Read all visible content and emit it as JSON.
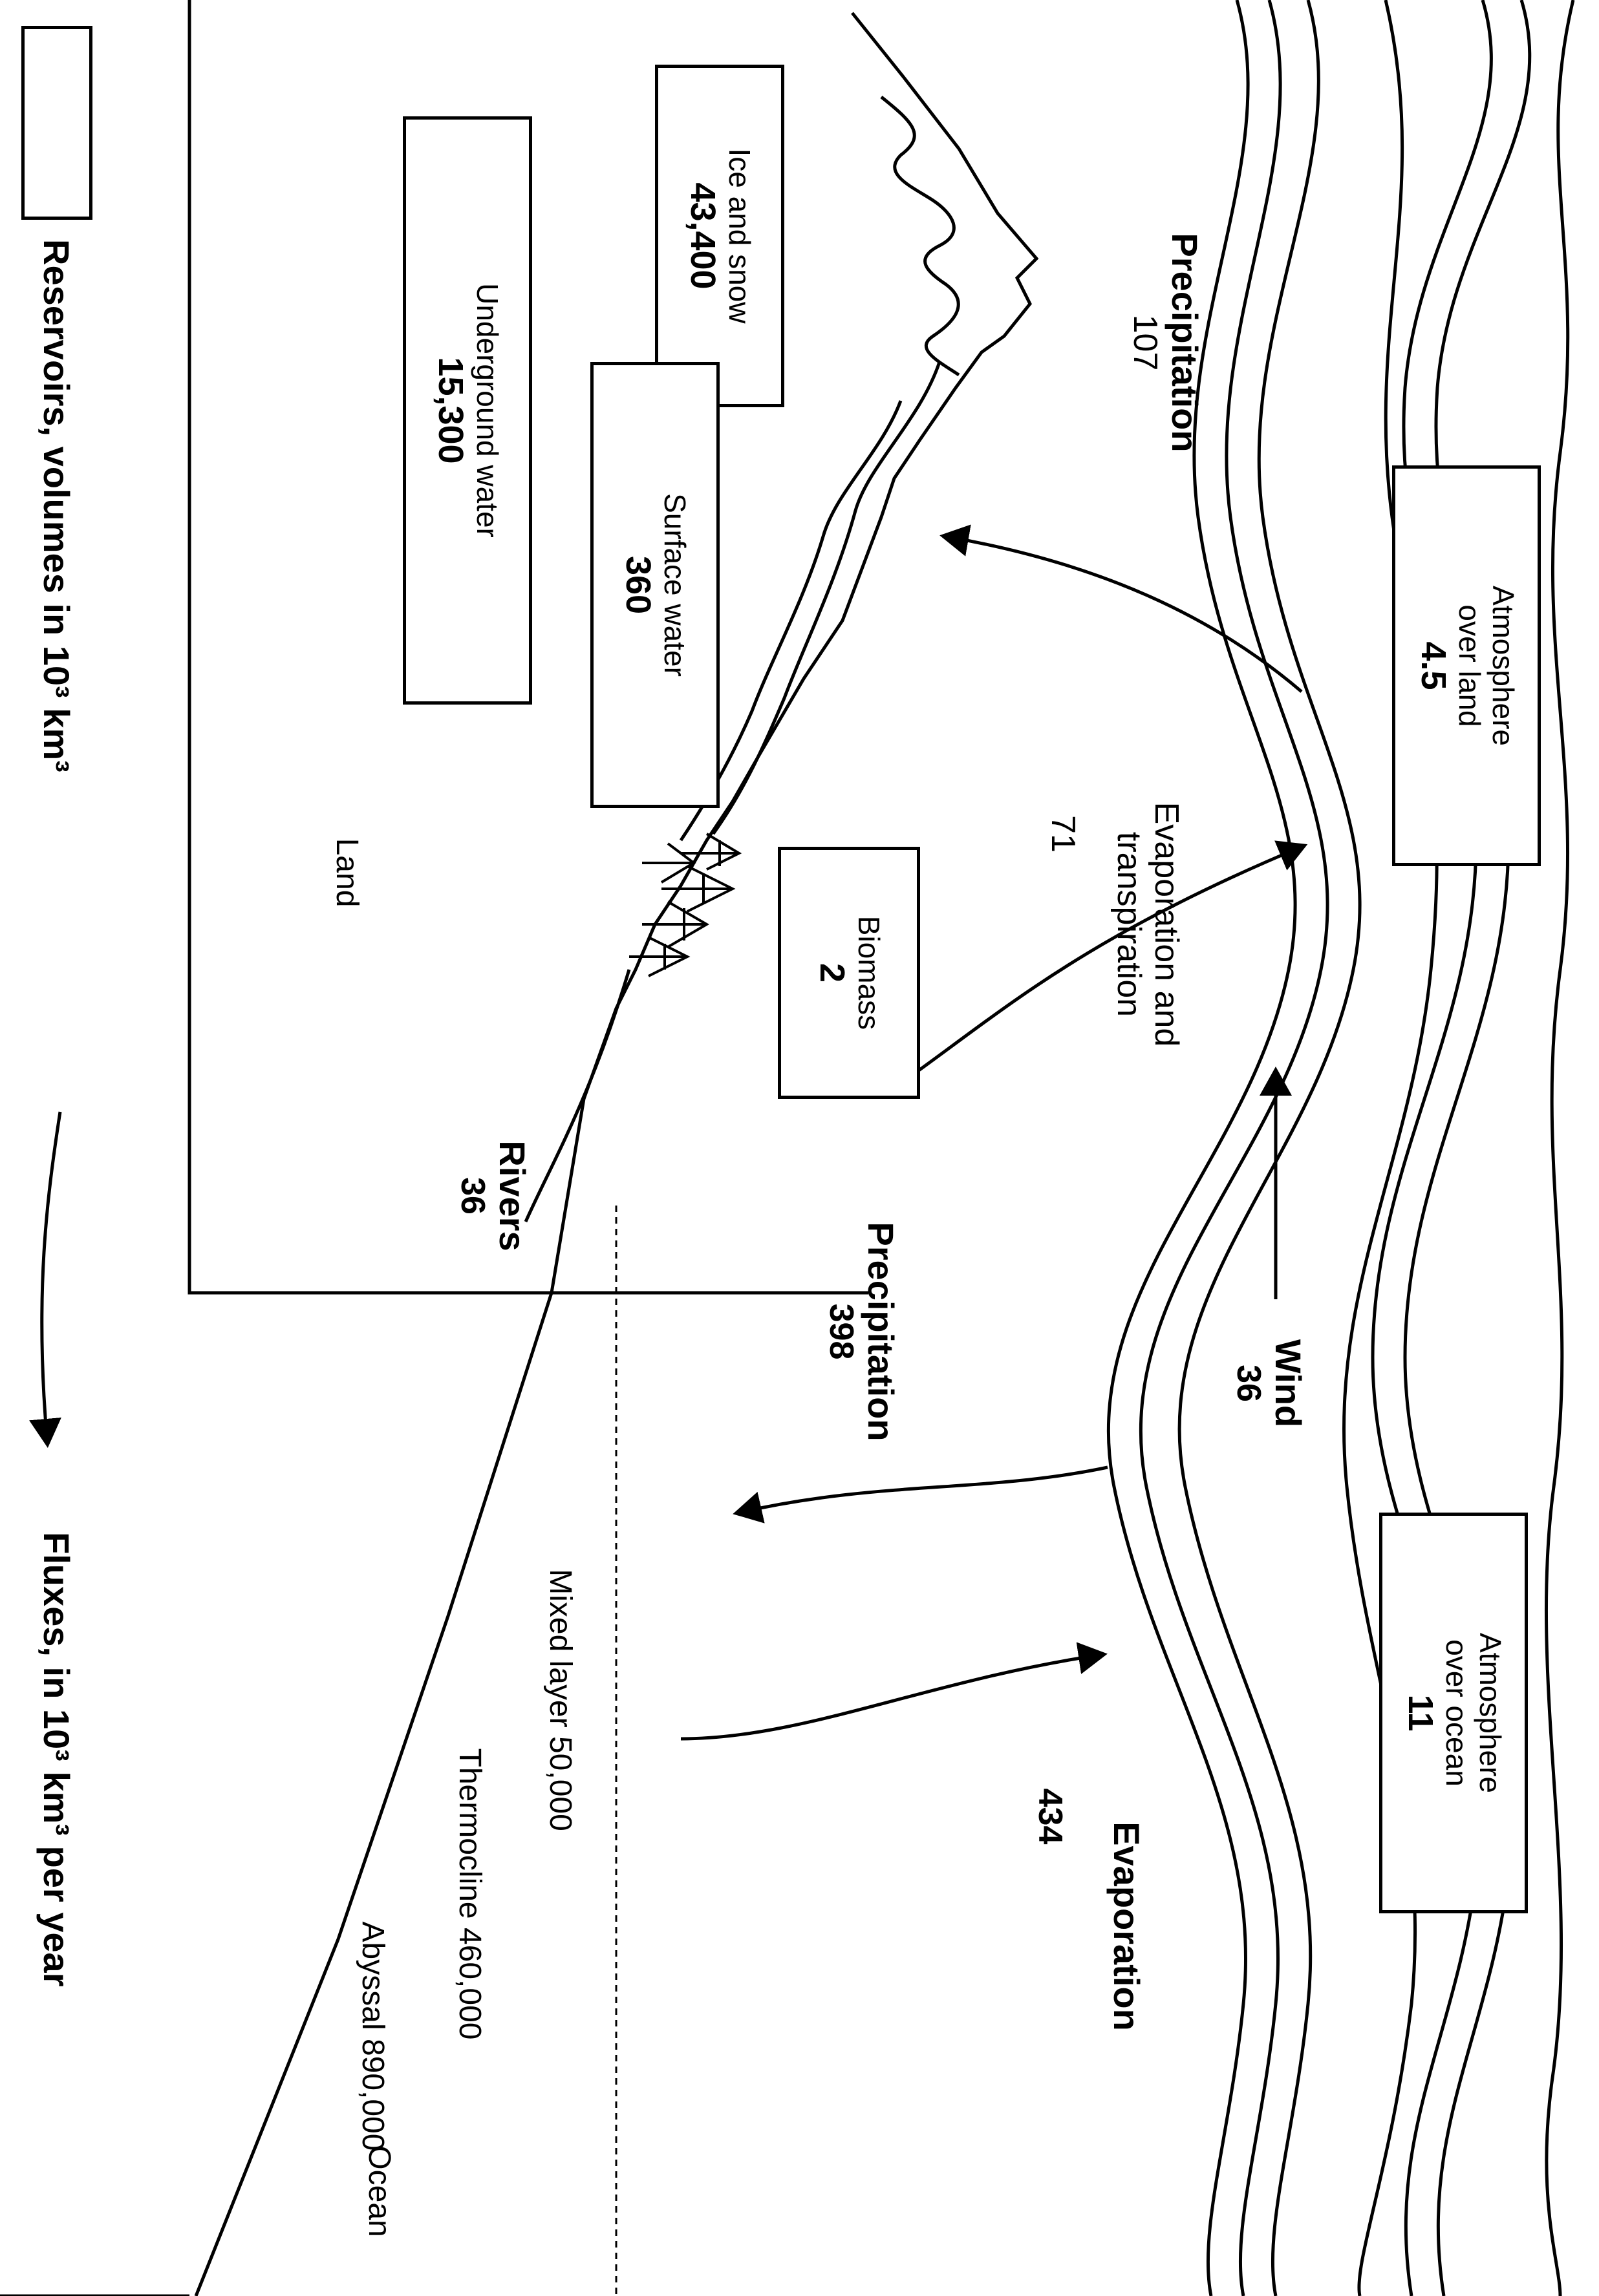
{
  "reservoirs": {
    "ice_and_snow": {
      "label": "Ice and snow",
      "value": "43,400"
    },
    "underground_water": {
      "label": "Underground water",
      "value": "15,300"
    },
    "surface_water": {
      "label": "Surface water",
      "value": "360"
    },
    "biomass": {
      "label": "Biomass",
      "value": "2"
    },
    "atmosphere_over_land": {
      "label_line1": "Atmosphere",
      "label_line2": "over land",
      "value": "4.5"
    },
    "atmosphere_over_ocean": {
      "label_line1": "Atmosphere",
      "label_line2": "over ocean",
      "value": "11"
    }
  },
  "fluxes": {
    "land_precipitation": {
      "label": "Precipitation",
      "value": "107"
    },
    "evapotranspiration": {
      "label_line1": "Evaporation and",
      "label_line2": "transpiration",
      "value": "71"
    },
    "wind": {
      "label": "Wind",
      "value": "36"
    },
    "ocean_precipitation": {
      "label": "Precipitation",
      "value": "398"
    },
    "ocean_evaporation": {
      "label": "Evaporation",
      "value": "434"
    },
    "rivers": {
      "label": "Rivers",
      "value": "36"
    }
  },
  "regions": {
    "land": "Land",
    "ocean": "Ocean",
    "mixed_layer": "Mixed layer 50,000",
    "thermocline": "Thermocline 460,000",
    "abyssal": "Abyssal 890,000"
  },
  "legend": {
    "reservoirs_text": "Reservoirs, volumes in 10³ km³",
    "fluxes_text": "Fluxes, in 10³ km³ per year"
  }
}
